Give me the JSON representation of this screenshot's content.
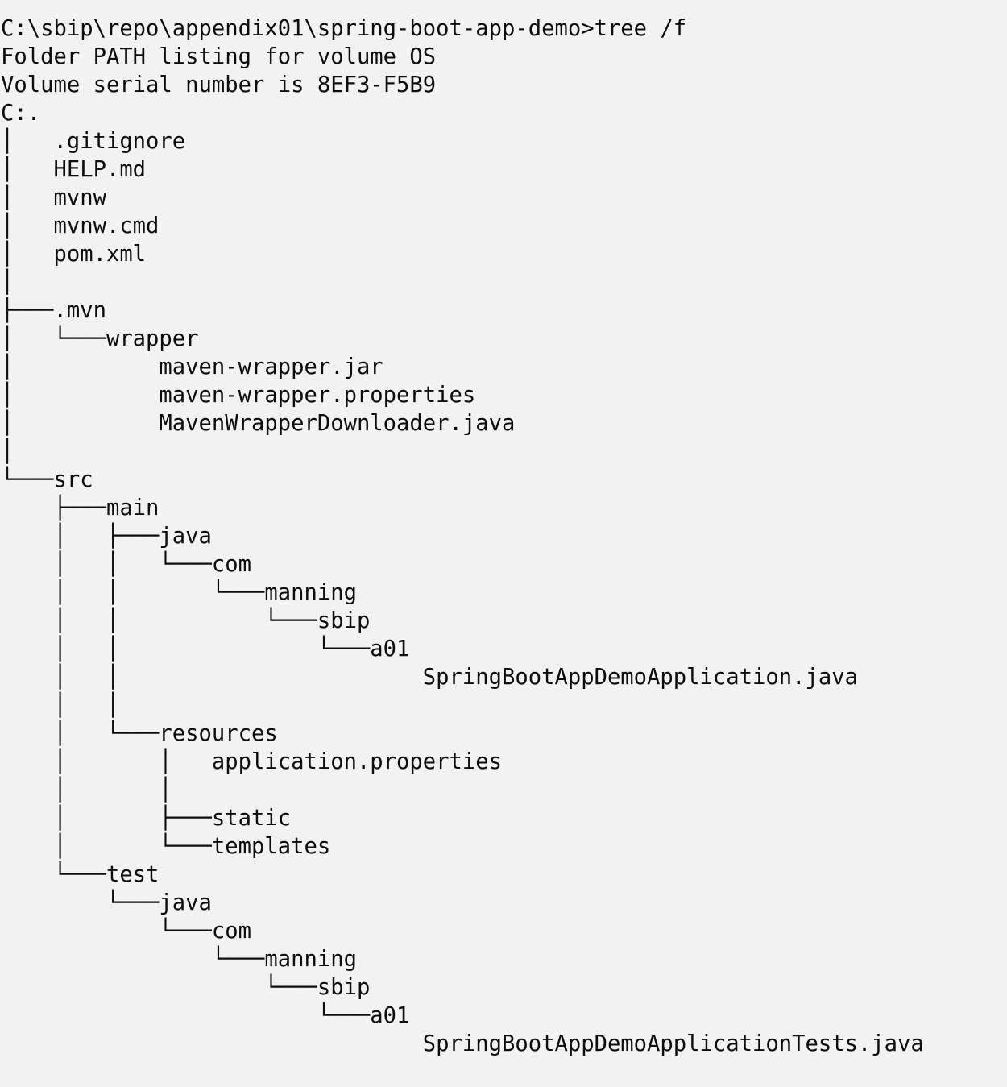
{
  "colors": {
    "background": "#f2f2f2",
    "text": "#0d0d0d"
  },
  "terminal": {
    "prompt_path": "C:\\sbip\\repo\\appendix01\\spring-boot-app-demo",
    "command": "tree /f",
    "volume_label": "OS",
    "volume_serial": "8EF3-F5B9",
    "lines": [
      "C:\\sbip\\repo\\appendix01\\spring-boot-app-demo>tree /f",
      "Folder PATH listing for volume OS",
      "Volume serial number is 8EF3-F5B9",
      "C:.",
      "│   .gitignore",
      "│   HELP.md",
      "│   mvnw",
      "│   mvnw.cmd",
      "│   pom.xml",
      "│",
      "├───.mvn",
      "│   └───wrapper",
      "│           maven-wrapper.jar",
      "│           maven-wrapper.properties",
      "│           MavenWrapperDownloader.java",
      "│",
      "└───src",
      "    ├───main",
      "    │   ├───java",
      "    │   │   └───com",
      "    │   │       └───manning",
      "    │   │           └───sbip",
      "    │   │               └───a01",
      "    │   │                       SpringBootAppDemoApplication.java",
      "    │   │",
      "    │   └───resources",
      "    │       │   application.properties",
      "    │       │",
      "    │       ├───static",
      "    │       └───templates",
      "    └───test",
      "        └───java",
      "            └───com",
      "                └───manning",
      "                    └───sbip",
      "                        └───a01",
      "                                SpringBootAppDemoApplicationTests.java"
    ]
  }
}
